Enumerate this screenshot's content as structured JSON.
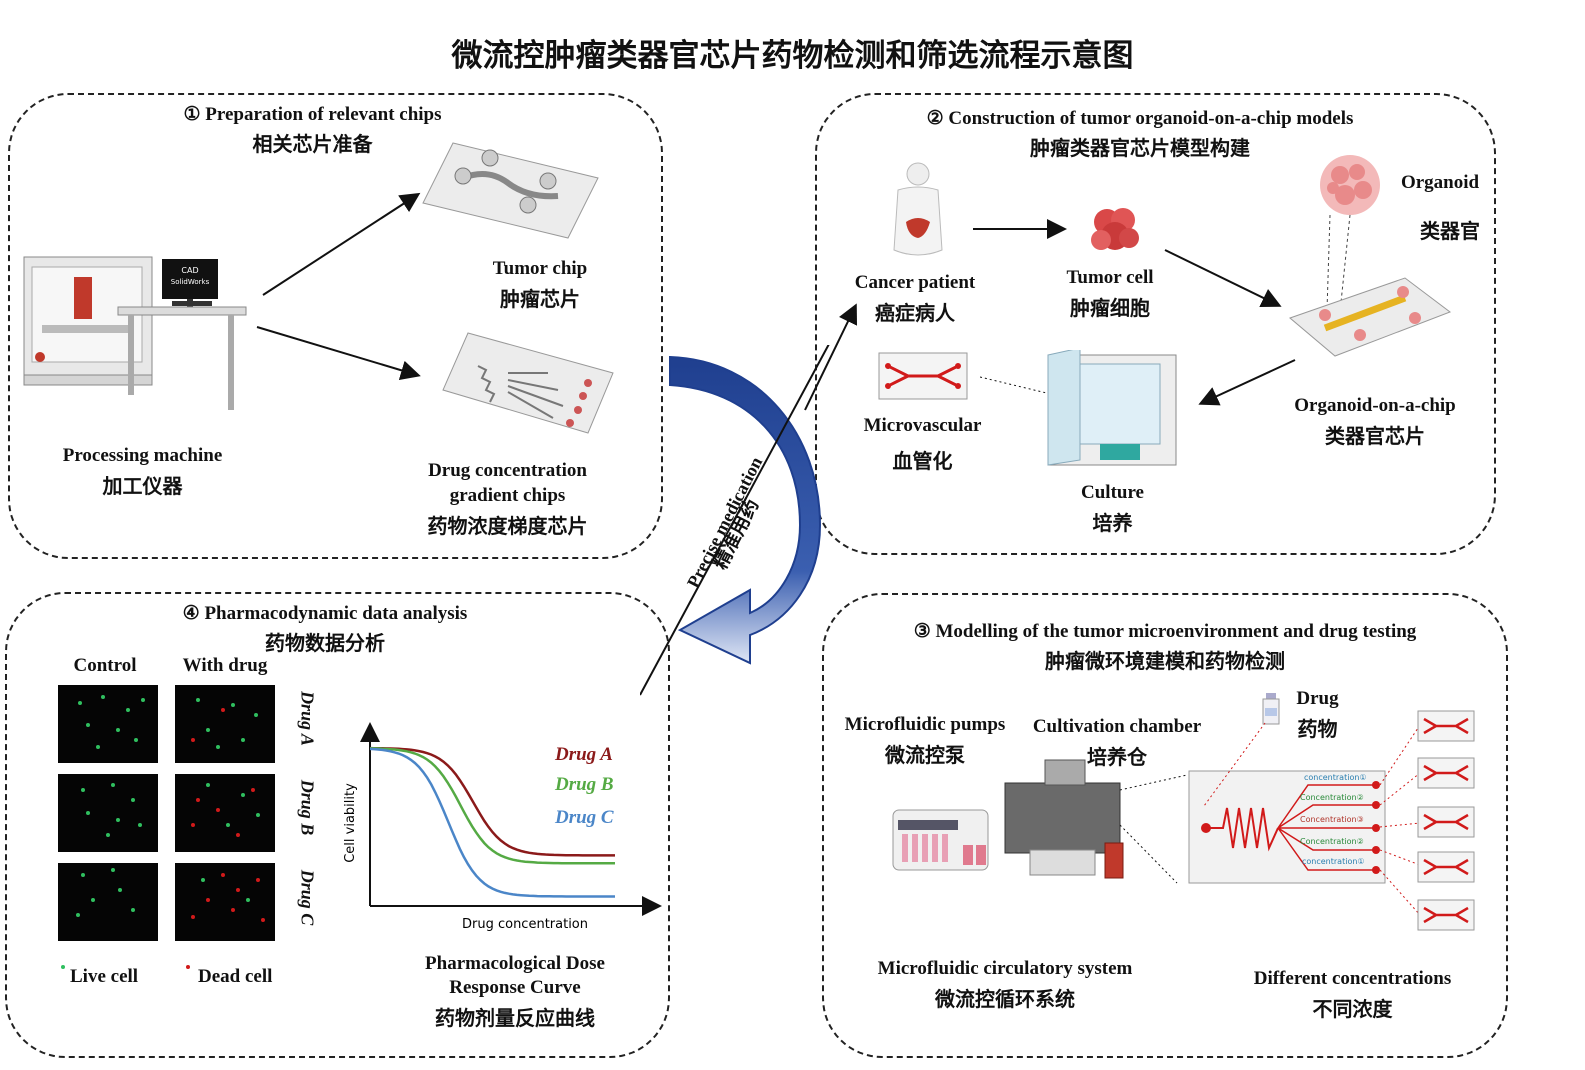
{
  "title": "微流控肿瘤类器官芯片药物检测和筛选流程示意图",
  "center_arrow": {
    "label_en": "Precise medication",
    "label_cn": "精准用药"
  },
  "panel1": {
    "heading_en": "① Preparation of relevant chips",
    "heading_cn": "相关芯片准备",
    "screen_text": [
      "CAD",
      "SolidWorks"
    ],
    "machine_en": "Processing machine",
    "machine_cn": "加工仪器",
    "tumor_chip_en": "Tumor chip",
    "tumor_chip_cn": "肿瘤芯片",
    "gradient_en_1": "Drug concentration",
    "gradient_en_2": "gradient chips",
    "gradient_cn": "药物浓度梯度芯片"
  },
  "panel2": {
    "heading_en": "② Construction of tumor organoid-on-a-chip models",
    "heading_cn": "肿瘤类器官芯片模型构建",
    "patient_en": "Cancer patient",
    "patient_cn": "癌症病人",
    "cell_en": "Tumor cell",
    "cell_cn": "肿瘤细胞",
    "organoid_en": "Organoid",
    "organoid_cn": "类器官",
    "chip_en": "Organoid-on-a-chip",
    "chip_cn": "类器官芯片",
    "vasc_en": "Microvascular",
    "vasc_cn": "血管化",
    "culture_en": "Culture",
    "culture_cn": "培养"
  },
  "panel3": {
    "heading_en": "③ Modelling of the tumor microenvironment and drug testing",
    "heading_cn": "肿瘤微环境建模和药物检测",
    "pumps_en": "Microfluidic pumps",
    "pumps_cn": "微流控泵",
    "chamber_en": "Cultivation chamber",
    "chamber_cn": "培养仓",
    "drug_en": "Drug",
    "drug_cn": "药物",
    "system_en": "Microfluidic circulatory system",
    "system_cn": "微流控循环系统",
    "conc_en": "Different concentrations",
    "conc_cn": "不同浓度",
    "chip_labels": [
      "concentration①",
      "Concentration②",
      "Concentration③",
      "Concentration②",
      "concentration①"
    ]
  },
  "panel4": {
    "heading_en": "④ Pharmacodynamic data analysis",
    "heading_cn": "药物数据分析",
    "control_label": "Control",
    "drug_label": "With drug",
    "row_labels": [
      "Drug A",
      "Drug B",
      "Drug C"
    ],
    "live_label": "Live cell",
    "dead_label": "Dead cell",
    "curve_en_1": "Pharmacological Dose",
    "curve_en_2": "Response Curve",
    "curve_cn": "药物剂量反应曲线"
  },
  "chart_data": {
    "type": "line",
    "xlabel": "Drug concentration",
    "ylabel": "Cell viability",
    "legend": [
      "Drug A",
      "Drug B",
      "Drug C"
    ],
    "series": [
      {
        "name": "Drug A",
        "color": "#8b1a1a",
        "plateau": 0.32,
        "midpoint": 0.42
      },
      {
        "name": "Drug B",
        "color": "#55aa44",
        "plateau": 0.27,
        "midpoint": 0.37
      },
      {
        "name": "Drug C",
        "color": "#4b86c8",
        "plateau": 0.06,
        "midpoint": 0.32
      }
    ]
  },
  "colors": {
    "arrow": "#1f3f8f",
    "live": "#2fbf5f",
    "dead": "#d11a1a"
  }
}
